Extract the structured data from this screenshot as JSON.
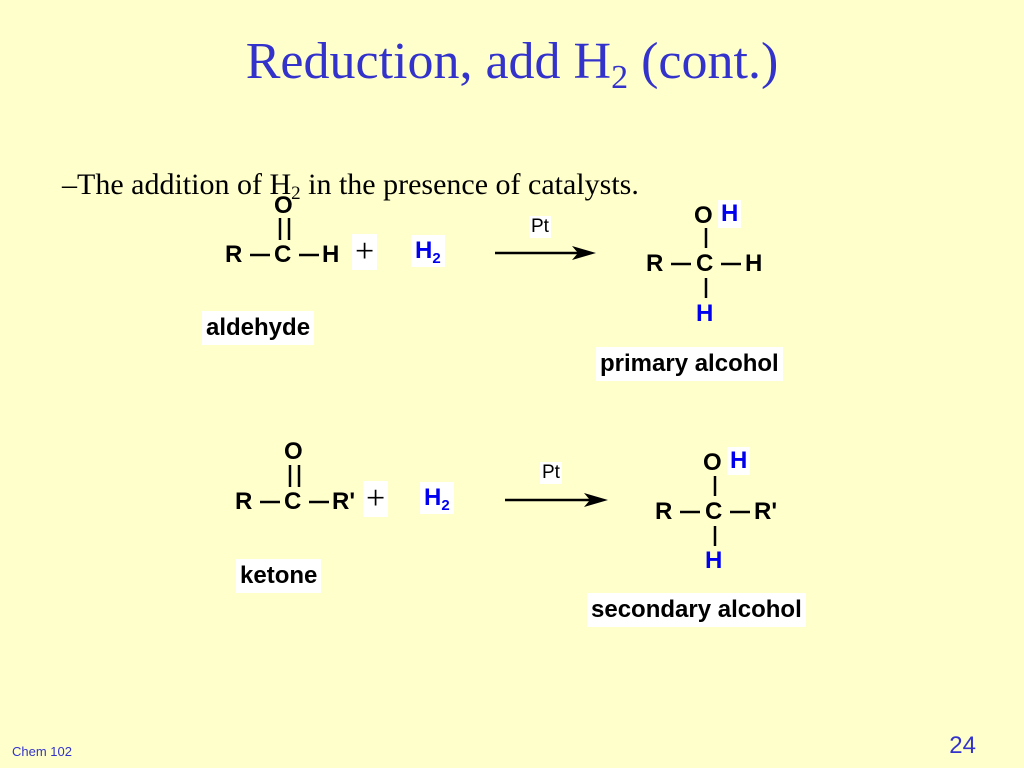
{
  "slide": {
    "title_main": "Reduction,  add H",
    "title_sub": "2",
    "title_end": " (cont.)",
    "bullet": {
      "dash": "–",
      "text_a": "The addition of H",
      "sub": "2",
      "text_b": " in the presence of catalysts."
    }
  },
  "reaction1": {
    "reactant": {
      "o": "O",
      "r": "R",
      "c": "C",
      "h": "H"
    },
    "plus": "+",
    "reagent": {
      "h": "H",
      "sub": "2"
    },
    "catalyst": "Pt",
    "product": {
      "o": "O",
      "oh_h": "H",
      "r": "R",
      "c": "C",
      "h_right": "H",
      "h_bottom": "H"
    },
    "reactant_label": "aldehyde",
    "product_label": "primary alcohol"
  },
  "reaction2": {
    "reactant": {
      "o": "O",
      "r": "R",
      "c": "C",
      "r2": "R'"
    },
    "plus": "+",
    "reagent": {
      "h": "H",
      "sub": "2"
    },
    "catalyst": "Pt",
    "product": {
      "o": "O",
      "oh_h": "H",
      "r": "R",
      "c": "C",
      "r2": "R'",
      "h_bottom": "H"
    },
    "reactant_label": "ketone",
    "product_label": "secondary alcohol"
  },
  "footer": {
    "course": "Chem 102",
    "page": "24"
  },
  "colors": {
    "background": "#ffffcc",
    "title": "#3333cc",
    "highlight_atoms": "#0000ee"
  }
}
